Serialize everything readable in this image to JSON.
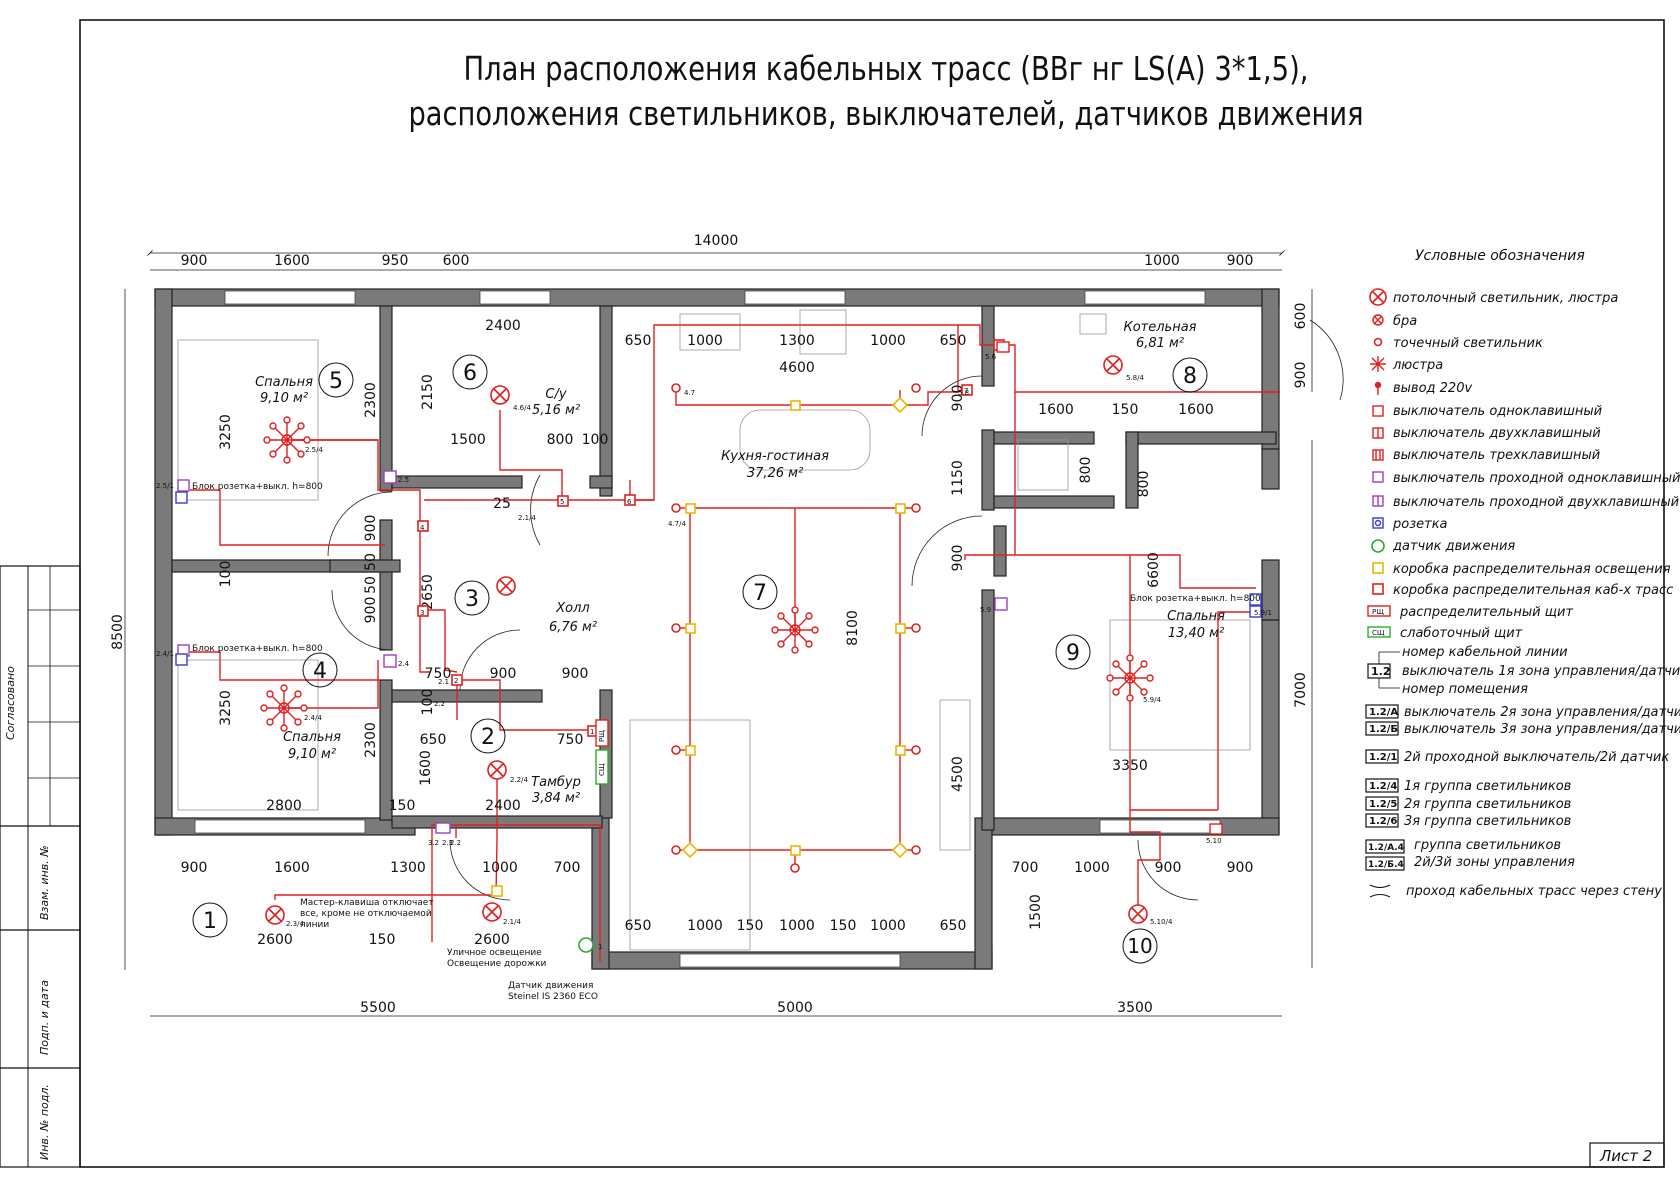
{
  "title": {
    "line1": "План расположения кабельных трасс (ВВг нг LS(A) 3*1,5),",
    "line2": "расположения светильников, выключателей, датчиков движения"
  },
  "stamp": {
    "agreed": "Согласовано",
    "inv_replace": "Взам. инв. №",
    "sign_date": "Подп. и дата",
    "inv_orig": "Инв. № подл.",
    "sheet": "Лист 2"
  },
  "legend": {
    "title": "Условные обозначения",
    "items": [
      {
        "icon": "ceiling-light-icon",
        "label": "потолочный светильник, люстра"
      },
      {
        "icon": "sconce-icon",
        "label": "бра"
      },
      {
        "icon": "spot-light-icon",
        "label": "точечный светильник"
      },
      {
        "icon": "chandelier-icon",
        "label": "люстра"
      },
      {
        "icon": "outlet-220-icon",
        "label": "вывод 220v"
      },
      {
        "icon": "switch-1-icon",
        "label": "выключатель одноклавишный"
      },
      {
        "icon": "switch-2-icon",
        "label": "выключатель двухклавишный"
      },
      {
        "icon": "switch-3-icon",
        "label": "выключатель трехклавишный"
      },
      {
        "icon": "pass-switch-1-icon",
        "label": "выключатель проходной одноклавишный"
      },
      {
        "icon": "pass-switch-2-icon",
        "label": "выключатель проходной двухклавишный"
      },
      {
        "icon": "socket-icon",
        "label": "розетка"
      },
      {
        "icon": "motion-sensor-icon",
        "label": "датчик движения"
      },
      {
        "icon": "junction-box-light-icon",
        "label": "коробка распределительная освещения"
      },
      {
        "icon": "junction-box-cable-icon",
        "label": "коробка распределительная каб-х трасс"
      },
      {
        "icon": "panel-icon",
        "label": "распределительный щит",
        "tag": "РЩ"
      },
      {
        "icon": "lowvolt-panel-icon",
        "label": "слаботочный щит",
        "tag": "СЩ"
      }
    ],
    "key": {
      "code": "1.2",
      "line_no": "номер кабельной линии",
      "zone1": "выключатель 1я зона управления/датчик 1",
      "room_no": "номер помещения"
    },
    "codes": [
      {
        "code": "1.2/А",
        "label": "выключатель 2я зона управления/датчик 2"
      },
      {
        "code": "1.2/Б",
        "label": "выключатель 3я зона управления/датчик 3"
      },
      {
        "code": "1.2/1",
        "label": "2й проходной выключатель/2й датчик"
      },
      {
        "code": "1.2/4",
        "label": "1я группа светильников"
      },
      {
        "code": "1.2/5",
        "label": "2я группа светильников"
      },
      {
        "code": "1.2/6",
        "label": "3я группа светильников"
      },
      {
        "code": "1.2/А.4",
        "label": "группа светильников"
      },
      {
        "code": "1.2/Б.4",
        "label": "2й/3й зоны управления"
      }
    ],
    "wall_pass": "проход кабельных трасс через стену"
  },
  "rooms": [
    {
      "num": "1",
      "name": "",
      "area": ""
    },
    {
      "num": "2",
      "name": "Тамбур",
      "area": "3,84 м²"
    },
    {
      "num": "3",
      "name": "Холл",
      "area": "6,76 м²"
    },
    {
      "num": "4",
      "name": "Спальня",
      "area": "9,10 м²"
    },
    {
      "num": "5",
      "name": "Спальня",
      "area": "9,10 м²"
    },
    {
      "num": "6",
      "name": "С/у",
      "area": "5,16 м²"
    },
    {
      "num": "7",
      "name": "Кухня-гостиная",
      "area": "37,26 м²"
    },
    {
      "num": "8",
      "name": "Котельная",
      "area": "6,81 м²"
    },
    {
      "num": "9",
      "name": "Спальня",
      "area": "13,40 м²"
    },
    {
      "num": "10",
      "name": "",
      "area": ""
    }
  ],
  "notes": {
    "block5": "Блок розетка+выкл. h=800",
    "block4": "Блок розетка+выкл. h=800",
    "block9": "Блок розетка+выкл. h=800",
    "master": "Мастер-клавиша отключает все, кроме не отключаемой линии",
    "street1": "Уличное освещение",
    "street2": "Освещение дорожки",
    "sensor1": "Датчик движения",
    "sensor2": "Steinel IS 2360 ECO"
  },
  "dims": {
    "total_w": "14000",
    "total_h": "8500",
    "top": [
      "900",
      "1600",
      "950",
      "600",
      "1000",
      "900"
    ],
    "bottom": [
      "5500",
      "5000",
      "3500"
    ],
    "r8h": "600",
    "r9h": "7000",
    "r7h": "8100",
    "d2400": "2400",
    "d650a": "650",
    "d1000a": "1000",
    "d1300a": "1300",
    "d1000b": "1000",
    "d650b": "650",
    "d4600": "4600",
    "d2150": "2150",
    "d3250a": "3250",
    "d2300a": "2300",
    "d1500a": "1500",
    "d800a": "800",
    "d100a": "100",
    "d25": "25",
    "d900a": "900",
    "d50a": "50",
    "d100b": "100",
    "d2650": "2650",
    "d900b": "900",
    "d50b": "50",
    "d750a": "750",
    "d900c": "900",
    "d900d": "900",
    "d100c": "100",
    "d650c": "650",
    "d750b": "750",
    "d1600a": "1600",
    "d2400b": "2400",
    "d150a": "150",
    "d3250b": "3250",
    "d2300b": "2300",
    "d2800": "2800",
    "d900e": "900",
    "d1600b": "1600",
    "d1300b": "1300",
    "d1000c": "1000",
    "d700a": "700",
    "d2600a": "2600",
    "d2600b": "2600",
    "d150b": "150",
    "d650d": "650",
    "d1000d": "1000",
    "d150c": "150",
    "d1000e": "1000",
    "d150d": "150",
    "d1000f": "1000",
    "d650e": "650",
    "d900f": "900",
    "d1150": "1150",
    "d900g": "900",
    "d4500": "4500",
    "d1600c": "1600",
    "d150e": "150",
    "d1600d": "1600",
    "d800b": "800",
    "d800c": "800",
    "d6600": "6600",
    "d900h": "900",
    "d3350": "3350",
    "d700b": "700",
    "d1000g": "1000",
    "d900i": "900",
    "d900j": "900",
    "d1500b": "1500"
  },
  "tags": {
    "t1": "2.5/4",
    "t2": "2.5/1",
    "t3": "2.5",
    "t4": "2.4/1",
    "t5": "2.4",
    "t6": "2.4/4",
    "t7": "4.6/4",
    "t8": "4.7",
    "t9": "4.7/4",
    "t10": "5.6",
    "t11": "5.8/4",
    "t12": "5.8",
    "t13": "5.9",
    "t14": "5.9/1",
    "t15": "5.9/4",
    "t16": "5.10",
    "t17": "5.10/4",
    "t18": "2.2",
    "t19": "2.2/4",
    "t20": "2.1",
    "t21": "2.3",
    "t22": "2.3/4",
    "t23": "3.2",
    "t24": "2.2",
    "t25": "2.1/4",
    "t26": "2.1/4",
    "t27": "1",
    "c1": "1",
    "c2": "2",
    "c3": "3",
    "c4": "4",
    "c5": "5",
    "c6": "6",
    "c7": "7",
    "rsch": "РЩ",
    "ssch": "СЩ"
  }
}
